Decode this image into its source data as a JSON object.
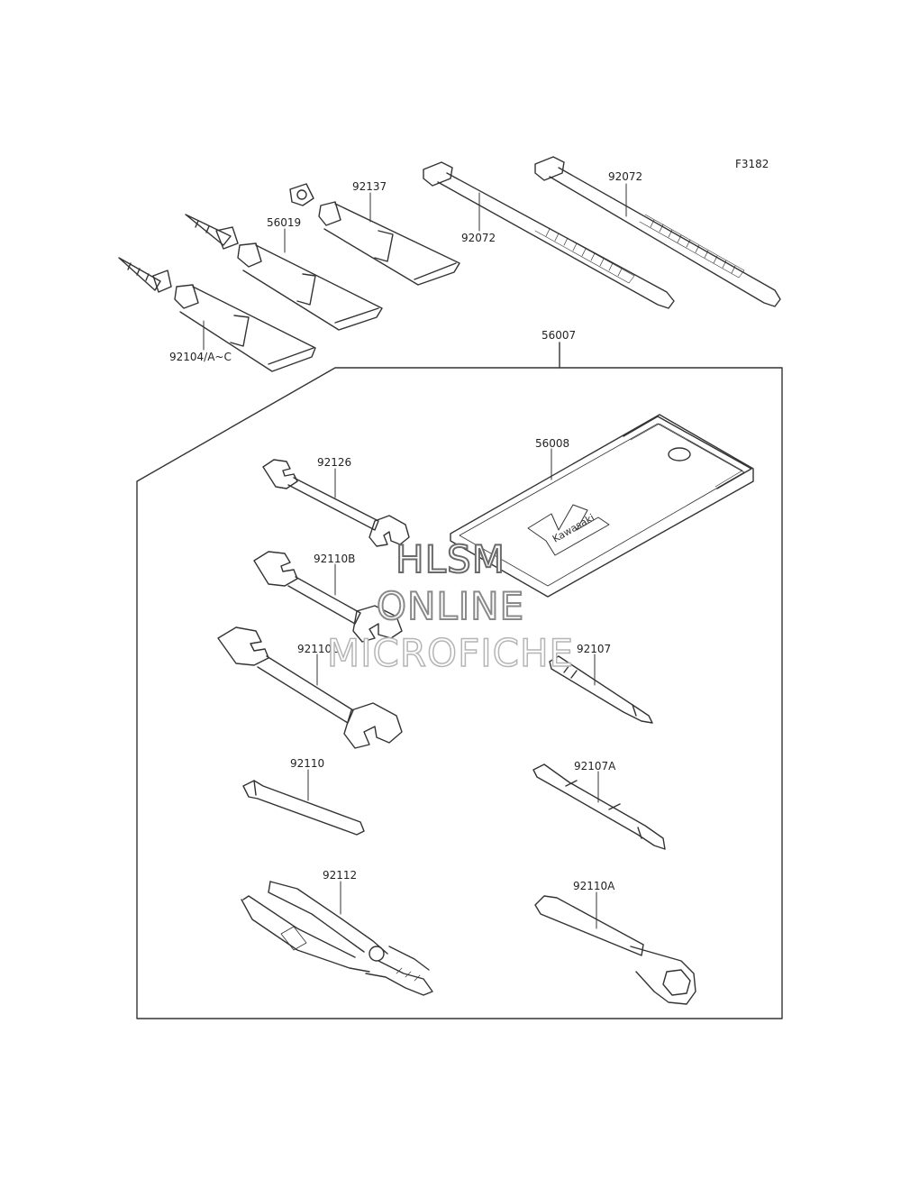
{
  "figure_code": "F3182",
  "brand_text": "Kawasaki",
  "watermark": {
    "line1": "HLSM",
    "line2": "ONLINE",
    "line3": "MICROFICHE"
  },
  "parts": {
    "tube_a": "92104/A~C",
    "tube_b": "56019",
    "tube_c": "92137",
    "band_a": "92072",
    "band_b": "92072",
    "tool_kit": "56007",
    "tool_bag": "56008",
    "wrench_a": "92126",
    "wrench_b": "92110B",
    "wrench_c": "92110C",
    "hex_key": "92110",
    "pliers": "92112",
    "screwdriver_a": "92107",
    "screwdriver_b": "92107A",
    "plug_wrench": "92110A"
  }
}
